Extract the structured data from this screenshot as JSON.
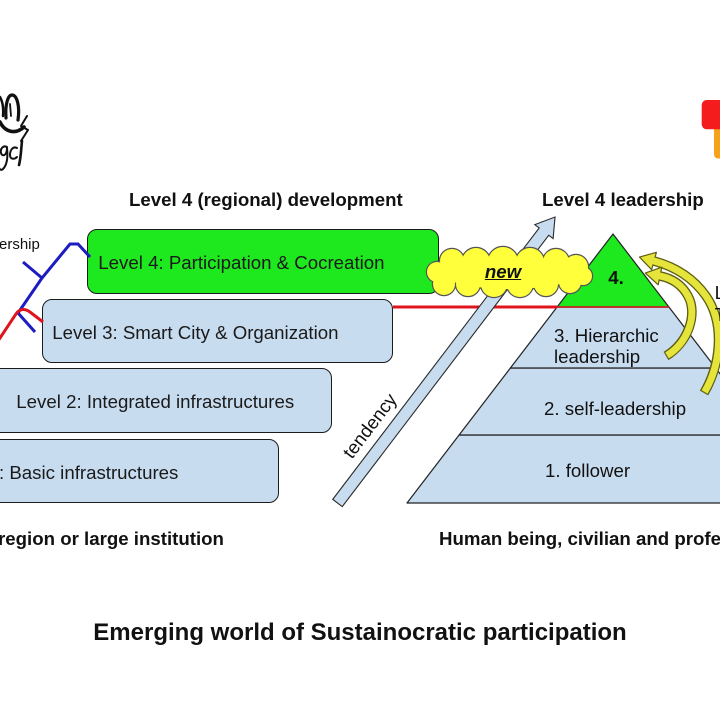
{
  "slide_title": "Emerging world of Sustainocratic participation",
  "logos": {
    "left": {
      "icon": "calligraphy-logo-icon"
    },
    "right": {
      "icon": "red-orange-logo-icon",
      "top_color": "#f41c1c",
      "bottom_color": "#f7a21b"
    }
  },
  "development": {
    "heading": "Level 4 (regional) development",
    "footer": "region or large institution",
    "edge_fragment": "ership",
    "path_colors": {
      "blue": "#1c1cc0",
      "red": "#e0141c"
    },
    "levels": [
      {
        "label": "Level 4: Participation & Cocreation",
        "fill": "#1ee81e"
      },
      {
        "label": "Level 3: Smart City & Organization",
        "fill": "#c8dcf0"
      },
      {
        "label": "Level 2: Integrated infrastructures",
        "fill": "#c8dcf0"
      },
      {
        "label": ": Basic infrastructures",
        "fill": "#c8dcf0"
      }
    ]
  },
  "transition": {
    "cloud_label": "new",
    "cloud_fill": "#ffff3c",
    "arrow_label": "tendency",
    "arrow_fill": "#c8dcf0",
    "connector_color": "#e0141c"
  },
  "leadership": {
    "heading": "Level 4 leadership",
    "footer": "Human being, civilian and profe",
    "edge_fragment_lines": [
      "L",
      "T"
    ],
    "feedback_arrow_fill": "#e4e43a",
    "levels": [
      {
        "lines": [
          "4."
        ],
        "fill": "#1ee81e"
      },
      {
        "lines": [
          "3. Hierarchic",
          "leadership"
        ],
        "fill": "#c8dcf0"
      },
      {
        "lines": [
          "2. self-leadership"
        ],
        "fill": "#c8dcf0"
      },
      {
        "lines": [
          "1. follower"
        ],
        "fill": "#c8dcf0"
      }
    ]
  }
}
